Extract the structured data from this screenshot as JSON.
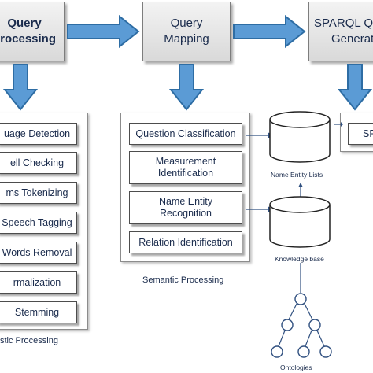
{
  "top_boxes": {
    "preprocessing": {
      "line1": "Query",
      "line2": "processing"
    },
    "mapping": {
      "line1": "Query",
      "line2": "Mapping"
    },
    "sparql": {
      "line1": "SPARQL Qu",
      "line2": "Generat"
    }
  },
  "linguistic_steps": [
    "uage Detection",
    "ell Checking",
    "ms Tokenizing",
    "Speech Tagging",
    "Words Removal",
    "rmalization",
    "Stemming"
  ],
  "linguistic_caption": "stic Processing",
  "semantic_steps": [
    {
      "line1": "Question Classification",
      "line2": ""
    },
    {
      "line1": "Measurement",
      "line2": "Identification"
    },
    {
      "line1": "Name Entity",
      "line2": "Recognition"
    },
    {
      "line1": "Relation Identification",
      "line2": ""
    }
  ],
  "semantic_caption": "Semantic Processing",
  "databases": {
    "entity_lists": "Name Entity Lists",
    "knowledge_base": "Knowledge base"
  },
  "ontology_label": "Ontologies",
  "sparql_step": "SP",
  "colors": {
    "arrow_fill": "#5b9bd5",
    "arrow_stroke": "#2e6da4",
    "box_border": "#7d7d7d",
    "text": "#1a2b4c"
  }
}
